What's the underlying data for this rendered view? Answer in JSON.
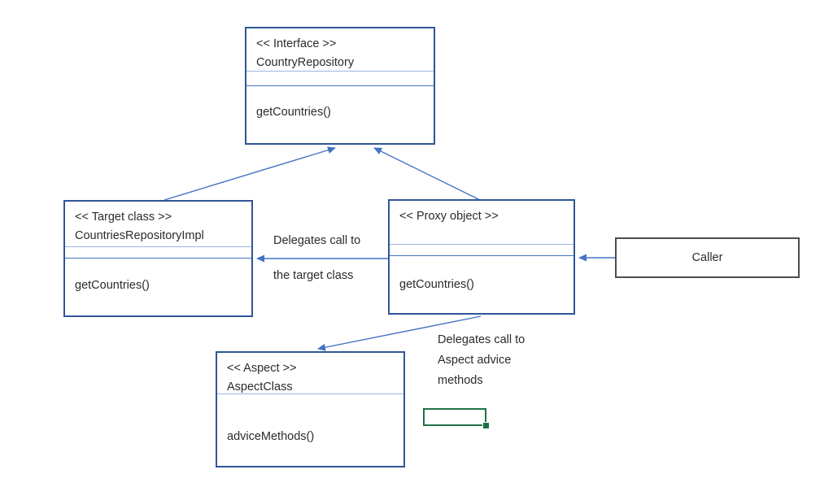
{
  "boxes": {
    "interface": {
      "stereotype": "<< Interface >>",
      "name": "CountryRepository",
      "method": "getCountries()"
    },
    "target": {
      "stereotype": "<< Target class >>",
      "name": "CountriesRepositoryImpl",
      "method": "getCountries()"
    },
    "proxy": {
      "stereotype": "<< Proxy object >>",
      "method": "getCountries()"
    },
    "caller": {
      "label": "Caller"
    },
    "aspect": {
      "stereotype": "<< Aspect >>",
      "name": "AspectClass",
      "method": "adviceMethods()"
    }
  },
  "annotations": {
    "delegate_target": {
      "line1": "Delegates call to",
      "line2": "the target class"
    },
    "delegate_aspect": {
      "line1": "Delegates call to",
      "line2": "Aspect advice",
      "line3": "methods"
    }
  },
  "colors": {
    "box_border": "#2F5597",
    "divider_light": "#9DB4E2",
    "divider_medium": "#4472C4",
    "arrow": "#4472C4",
    "caller_border": "#4d4d4d",
    "text": "#2b2b2b",
    "selection_green": "#1E7145",
    "background": "#ffffff"
  }
}
